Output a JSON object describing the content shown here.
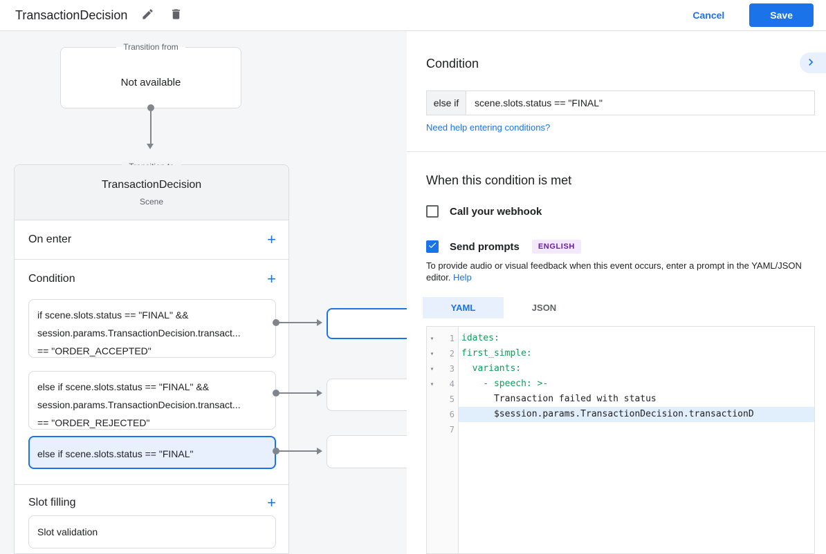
{
  "header": {
    "title": "TransactionDecision",
    "cancel_label": "Cancel",
    "save_label": "Save"
  },
  "diagram": {
    "transition_from": {
      "legend": "Transition from",
      "value": "Not available"
    },
    "transition_to": {
      "legend": "Transition to",
      "title": "TransactionDecision",
      "subtitle": "Scene"
    },
    "on_enter_label": "On enter",
    "condition_label": "Condition",
    "condition_items": [
      {
        "line1": "if scene.slots.status == \"FINAL\" &&",
        "line2": "session.params.TransactionDecision.transact...",
        "line3": "== \"ORDER_ACCEPTED\""
      },
      {
        "line1": "else if scene.slots.status == \"FINAL\" &&",
        "line2": "session.params.TransactionDecision.transact...",
        "line3": "== \"ORDER_REJECTED\""
      },
      {
        "line1": "else if scene.slots.status == \"FINAL\"",
        "line2": "",
        "line3": ""
      }
    ],
    "slot_filling_label": "Slot filling",
    "slot_validation_label": "Slot validation"
  },
  "panel": {
    "condition_heading": "Condition",
    "condition_prefix": "else if",
    "condition_value": "scene.slots.status == \"FINAL\"",
    "help_link": "Need help entering conditions?",
    "when_met_heading": "When this condition is met",
    "webhook_label": "Call your webhook",
    "send_prompts_label": "Send prompts",
    "language_badge": "ENGLISH",
    "description": "To provide audio or visual feedback when this event occurs, enter a prompt in the YAML/JSON editor. ",
    "description_help": "Help",
    "tab_yaml": "YAML",
    "tab_json": "JSON",
    "editor": {
      "lines": [
        {
          "num": "1",
          "text": "idates:"
        },
        {
          "num": "2",
          "text": "first_simple:"
        },
        {
          "num": "3",
          "text": "  variants:"
        },
        {
          "num": "4",
          "text": "    - speech: >-"
        },
        {
          "num": "5",
          "text": "      Transaction failed with status"
        },
        {
          "num": "6",
          "text": "      $session.params.TransactionDecision.transactionD"
        },
        {
          "num": "7",
          "text": ""
        }
      ]
    }
  },
  "colors": {
    "accent_blue": "#1a73e8",
    "selected_condition_bg": "#e8f0fe",
    "code_key_green": "#0f9d58",
    "badge_bg": "#f3e8fd",
    "badge_text": "#681da8",
    "diagram_bg": "#f5f6f8"
  }
}
